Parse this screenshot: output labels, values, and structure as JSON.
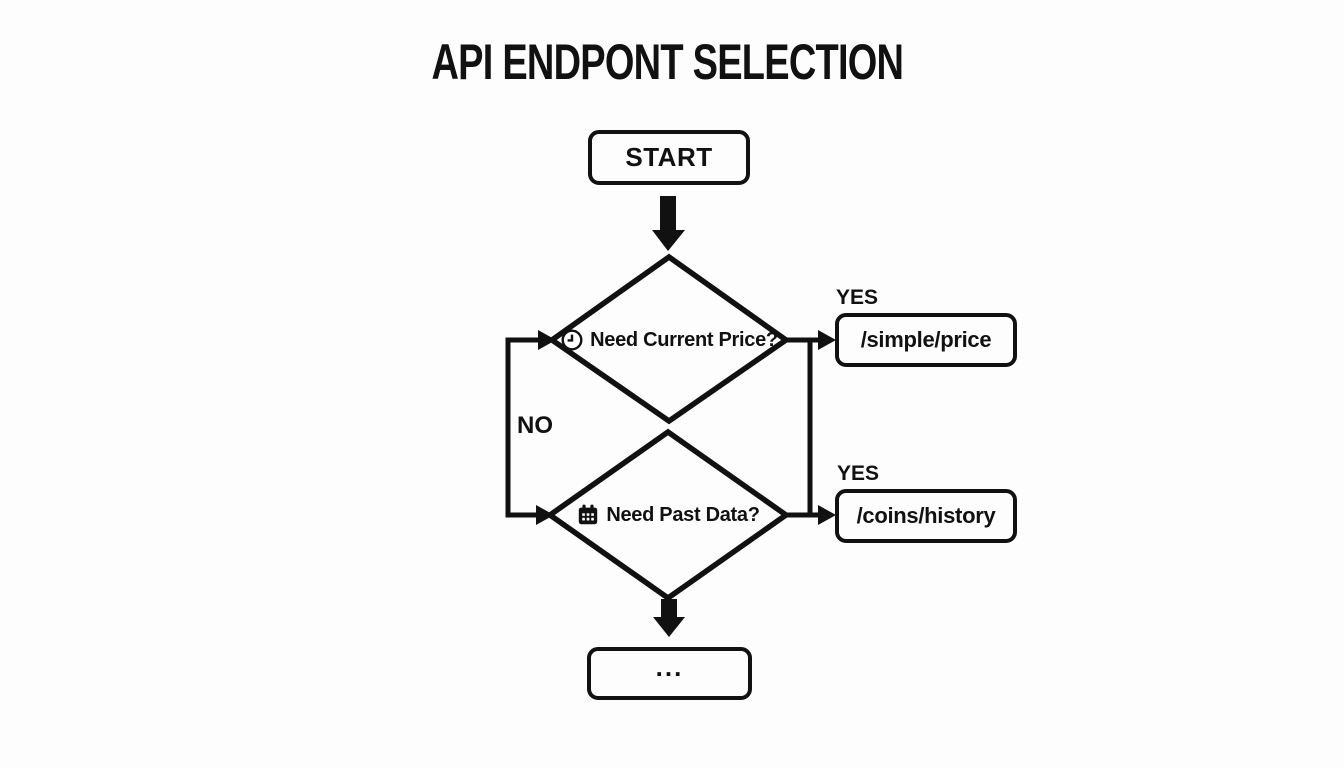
{
  "title": "API ENDPONT SELECTION",
  "flowchart": {
    "start_label": "START",
    "no_label": "NO",
    "decisions": [
      {
        "icon": "clock-icon",
        "question": "Need Current Price?",
        "yes_label": "YES",
        "endpoint": "/simple/price"
      },
      {
        "icon": "calendar-icon",
        "question": "Need Past Data?",
        "yes_label": "YES",
        "endpoint": "/coins/history"
      }
    ],
    "end_label": "..."
  },
  "colors": {
    "ink": "#111111",
    "background": "#fdfdfd"
  }
}
